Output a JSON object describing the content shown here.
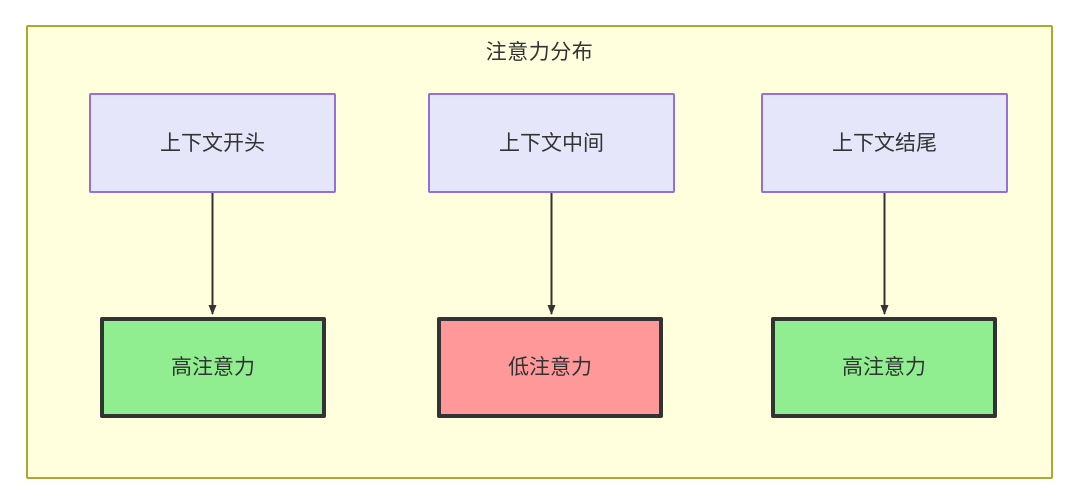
{
  "diagram": {
    "title": "注意力分布",
    "colors": {
      "container_fill": "#ffffdd",
      "container_border": "#aaaa33",
      "context_fill": "#e6e6fa",
      "context_border": "#9370db",
      "high_attention_fill": "#90ee90",
      "low_attention_fill": "#ff9999",
      "node_border": "#333333",
      "edge": "#333333",
      "text": "#333333"
    },
    "nodes": {
      "context_start": "上下文开头",
      "context_middle": "上下文中间",
      "context_end": "上下文结尾",
      "attention_start": "高注意力",
      "attention_middle": "低注意力",
      "attention_end": "高注意力"
    },
    "edges": [
      {
        "from": "context_start",
        "to": "attention_start",
        "label": "",
        "arrow": "arrowhead-down-icon"
      },
      {
        "from": "context_middle",
        "to": "attention_middle",
        "label": "",
        "arrow": "arrowhead-down-icon"
      },
      {
        "from": "context_end",
        "to": "attention_end",
        "label": "",
        "arrow": "arrowhead-down-icon"
      }
    ]
  }
}
